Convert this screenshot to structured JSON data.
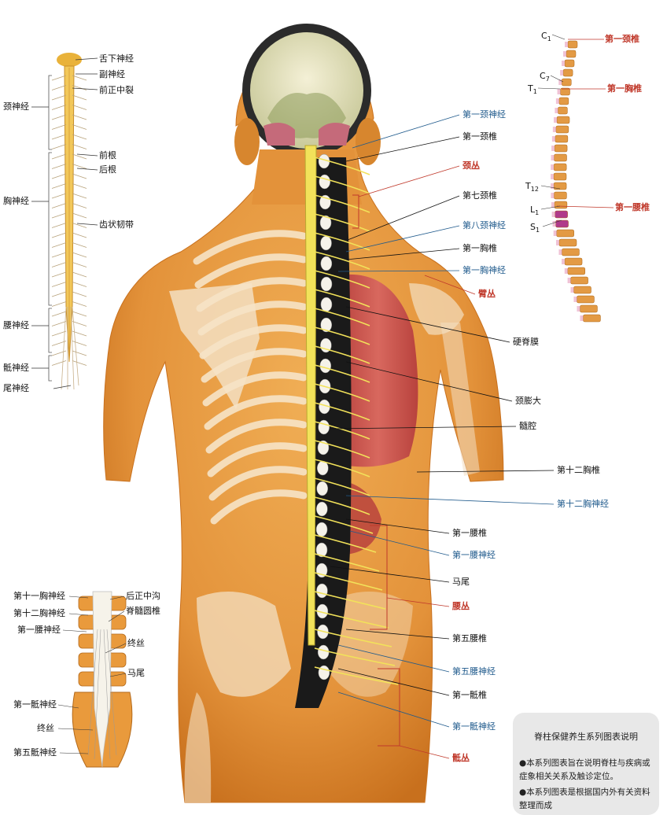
{
  "colors": {
    "skin": "#e69a3b",
    "skin_dark": "#c8701d",
    "bone": "#f6e3c6",
    "nerve": "#f2e25a",
    "muscle": "#c9504a",
    "vertebra_dark": "#1a1a1a",
    "label_black": "#111111",
    "label_blue": "#1f5a8c",
    "label_red": "#c0392b",
    "disc_pink": "#e9a9c4"
  },
  "main_labels": [
    {
      "id": "c1-nerve",
      "text": "第一颈神经",
      "color": "blue"
    },
    {
      "id": "c1-vertebra",
      "text": "第一颈椎",
      "color": "black"
    },
    {
      "id": "cervical-plexus",
      "text": "颈丛",
      "color": "red"
    },
    {
      "id": "c7-vertebra",
      "text": "第七颈椎",
      "color": "black"
    },
    {
      "id": "c8-nerve",
      "text": "第八颈神经",
      "color": "blue"
    },
    {
      "id": "t1-vertebra",
      "text": "第一胸椎",
      "color": "black"
    },
    {
      "id": "t1-nerve",
      "text": "第一胸神经",
      "color": "blue"
    },
    {
      "id": "brachial-plexus",
      "text": "臂丛",
      "color": "red"
    },
    {
      "id": "dura-mater",
      "text": "硬脊膜",
      "color": "black"
    },
    {
      "id": "cervical-enlargement",
      "text": "颈膨大",
      "color": "black"
    },
    {
      "id": "medullary-cavity",
      "text": "髓腔",
      "color": "black"
    },
    {
      "id": "t12-vertebra",
      "text": "第十二胸椎",
      "color": "black"
    },
    {
      "id": "t12-nerve",
      "text": "第十二胸神经",
      "color": "blue"
    },
    {
      "id": "l1-vertebra",
      "text": "第一腰椎",
      "color": "black"
    },
    {
      "id": "l1-nerve",
      "text": "第一腰神经",
      "color": "blue"
    },
    {
      "id": "cauda-equina",
      "text": "马尾",
      "color": "black"
    },
    {
      "id": "lumbar-plexus",
      "text": "腰丛",
      "color": "red"
    },
    {
      "id": "l5-vertebra",
      "text": "第五腰椎",
      "color": "black"
    },
    {
      "id": "l5-nerve",
      "text": "第五腰神经",
      "color": "blue"
    },
    {
      "id": "s1-vertebra",
      "text": "第一骶椎",
      "color": "black"
    },
    {
      "id": "s1-nerve",
      "text": "第一骶神经",
      "color": "blue"
    },
    {
      "id": "sacral-plexus",
      "text": "骶丛",
      "color": "red"
    }
  ],
  "left_cord_labels": {
    "hypoglossal": "舌下神经",
    "accessory": "副神经",
    "anterior_median_fissure": "前正中裂",
    "anterior_root": "前根",
    "posterior_root": "后根",
    "denticulate_ligament": "齿状韧带",
    "cervical_nerves": "颈神经",
    "thoracic_nerves": "胸神经",
    "lumbar_nerves": "腰神经",
    "sacral_nerves": "骶神经",
    "coccygeal_nerve": "尾神经"
  },
  "right_spine_labels": {
    "c1": "C",
    "c1_sub": "1",
    "c7": "C",
    "c7_sub": "7",
    "t1": "T",
    "t1_sub": "1",
    "t12": "T",
    "t12_sub": "12",
    "l1": "L",
    "l1_sub": "1",
    "s1": "S",
    "s1_sub": "1",
    "first_cervical": "第一颈椎",
    "first_thoracic": "第一胸椎",
    "first_lumbar": "第一腰椎"
  },
  "inset_labels": {
    "t11_nerve": "第十一胸神经",
    "t12_nerve": "第十二胸神经",
    "l1_nerve": "第一腰神经",
    "posterior_median_sulcus": "后正中沟",
    "conus_medullaris": "脊髓圆椎",
    "filum_terminale_1": "终丝",
    "cauda_equina": "马尾",
    "s1_nerve": "第一骶神经",
    "filum_terminale_2": "终丝",
    "s5_nerve": "第五骶神经"
  },
  "note": {
    "title": "脊柱保健养生系列图表说明",
    "line1": "●本系列图表旨在说明脊柱与疾病或",
    "line2": "  症象相关关系及触诊定位。",
    "line3": "●本系列图表是根据国内外有关资料",
    "line4": "  整理而成"
  }
}
